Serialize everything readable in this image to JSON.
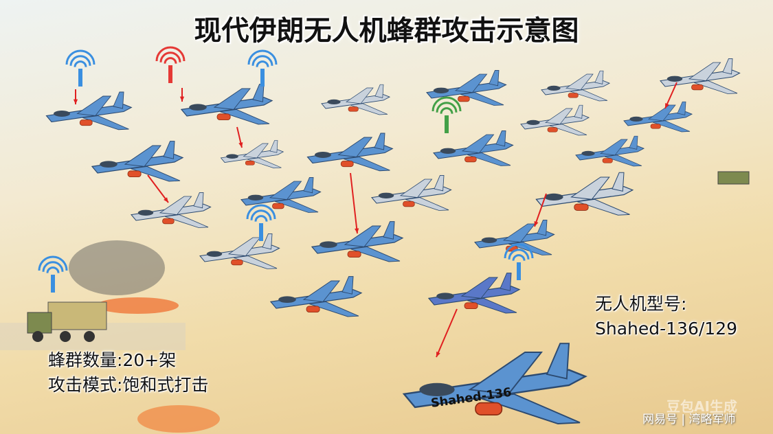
{
  "title": "现代伊朗无人机蜂群攻击示意图",
  "model": {
    "label": "无人机型号:",
    "value": "Shahed-136/129"
  },
  "swarm_count": {
    "label": "蜂群数量:",
    "value": "20+架"
  },
  "attack_mode": {
    "label": "攻击模式:",
    "value": "饱和式打击"
  },
  "drone_marking": "Shahed-136",
  "watermark": {
    "ai": "豆包AI生成",
    "source": "网易号 | 湾略军师"
  },
  "colors": {
    "drone_blue": "#5b93d0",
    "drone_grey": "#c9d2dc",
    "signal_blue": "#3a8fe0",
    "signal_red": "#e53935",
    "signal_green": "#43a047",
    "link_red": "#e02020",
    "engine": "#e0502a"
  }
}
